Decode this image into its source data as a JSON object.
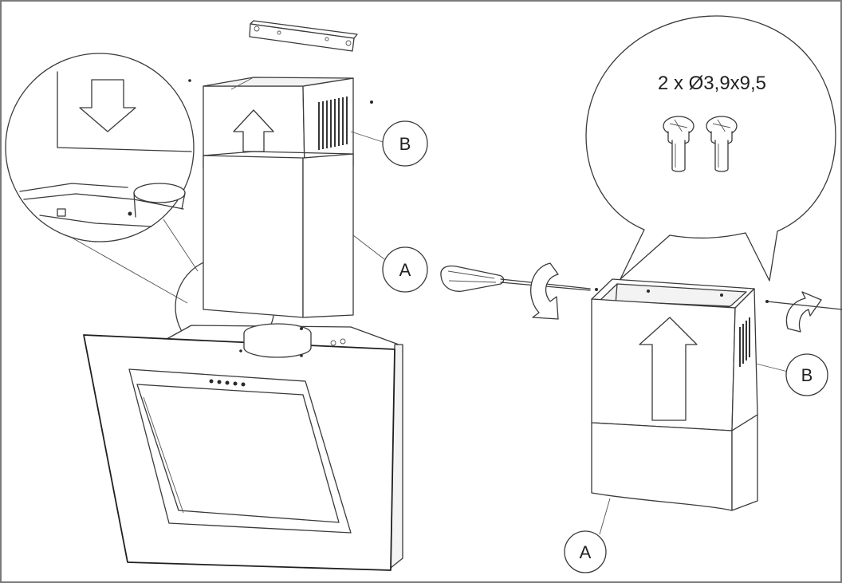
{
  "screw_spec": "2 x Ø3,9x9,5",
  "labels": {
    "left_upper_chimney": "B",
    "left_lower_chimney": "A",
    "right_upper_chimney": "B",
    "right_lower_chimney": "A"
  }
}
